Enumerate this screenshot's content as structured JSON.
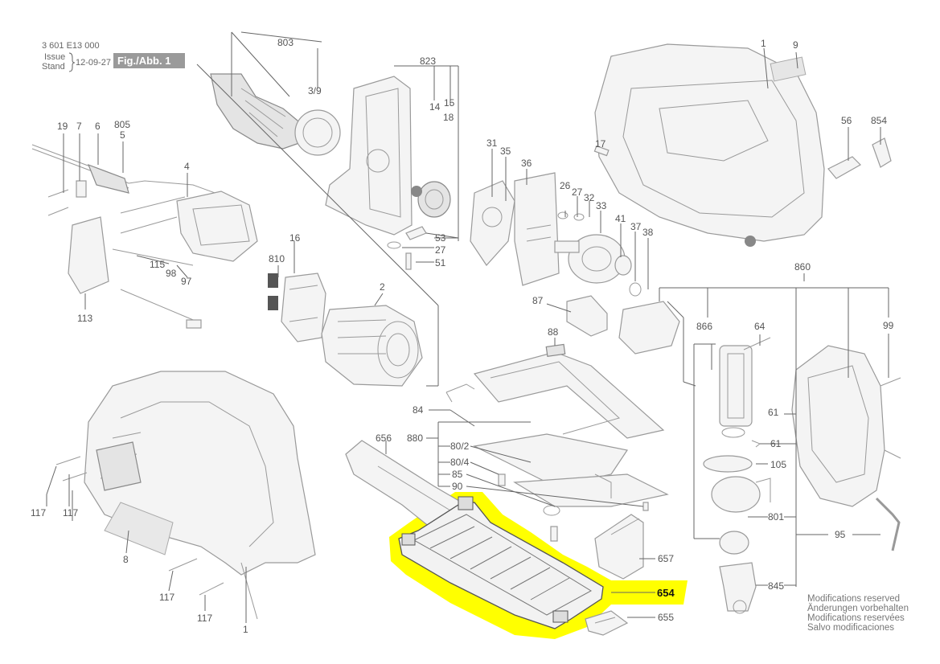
{
  "header": {
    "doc_number": "3 601 E13 000",
    "issue_label_en": "Issue",
    "issue_label_de": "Stand",
    "issue_date": "12-09-27",
    "figure_label": "Fig./Abb. 1"
  },
  "colors": {
    "highlight": "#ffff00",
    "figure_badge": "#9a9a9a",
    "lines": "#666666"
  },
  "parts": [
    {
      "id": "p-803",
      "text": "803"
    },
    {
      "id": "p-3-9",
      "text": "3/9"
    },
    {
      "id": "p-823",
      "text": "823"
    },
    {
      "id": "p-14",
      "text": "14"
    },
    {
      "id": "p-15",
      "text": "15"
    },
    {
      "id": "p-18",
      "text": "18"
    },
    {
      "id": "p-53",
      "text": "53"
    },
    {
      "id": "p-27a",
      "text": "27"
    },
    {
      "id": "p-51",
      "text": "51"
    },
    {
      "id": "p-1-top",
      "text": "1"
    },
    {
      "id": "p-9",
      "text": "9"
    },
    {
      "id": "p-17",
      "text": "17"
    },
    {
      "id": "p-56",
      "text": "56"
    },
    {
      "id": "p-854",
      "text": "854"
    },
    {
      "id": "p-19",
      "text": "19"
    },
    {
      "id": "p-7",
      "text": "7"
    },
    {
      "id": "p-6",
      "text": "6"
    },
    {
      "id": "p-805",
      "text": "805"
    },
    {
      "id": "p-5",
      "text": "5"
    },
    {
      "id": "p-4",
      "text": "4"
    },
    {
      "id": "p-115",
      "text": "115"
    },
    {
      "id": "p-98",
      "text": "98"
    },
    {
      "id": "p-97",
      "text": "97"
    },
    {
      "id": "p-113",
      "text": "113"
    },
    {
      "id": "p-16",
      "text": "16"
    },
    {
      "id": "p-810",
      "text": "810"
    },
    {
      "id": "p-2",
      "text": "2"
    },
    {
      "id": "p-31",
      "text": "31"
    },
    {
      "id": "p-35",
      "text": "35"
    },
    {
      "id": "p-36",
      "text": "36"
    },
    {
      "id": "p-26",
      "text": "26"
    },
    {
      "id": "p-27b",
      "text": "27"
    },
    {
      "id": "p-32",
      "text": "32"
    },
    {
      "id": "p-33",
      "text": "33"
    },
    {
      "id": "p-41",
      "text": "41"
    },
    {
      "id": "p-37",
      "text": "37"
    },
    {
      "id": "p-38",
      "text": "38"
    },
    {
      "id": "p-860",
      "text": "860"
    },
    {
      "id": "p-87",
      "text": "87"
    },
    {
      "id": "p-866",
      "text": "866"
    },
    {
      "id": "p-64",
      "text": "64"
    },
    {
      "id": "p-99",
      "text": "99"
    },
    {
      "id": "p-88",
      "text": "88"
    },
    {
      "id": "p-84",
      "text": "84"
    },
    {
      "id": "p-880",
      "text": "880"
    },
    {
      "id": "p-80-2",
      "text": "80/2"
    },
    {
      "id": "p-80-4",
      "text": "80/4"
    },
    {
      "id": "p-85",
      "text": "85"
    },
    {
      "id": "p-90",
      "text": "90"
    },
    {
      "id": "p-656",
      "text": "656"
    },
    {
      "id": "p-61a",
      "text": "61"
    },
    {
      "id": "p-61b",
      "text": "61"
    },
    {
      "id": "p-105",
      "text": "105"
    },
    {
      "id": "p-801",
      "text": "801"
    },
    {
      "id": "p-95",
      "text": "95"
    },
    {
      "id": "p-845",
      "text": "845"
    },
    {
      "id": "p-657",
      "text": "657"
    },
    {
      "id": "p-654",
      "text": "654"
    },
    {
      "id": "p-655",
      "text": "655"
    },
    {
      "id": "p-117a",
      "text": "117"
    },
    {
      "id": "p-117b",
      "text": "117"
    },
    {
      "id": "p-117c",
      "text": "117"
    },
    {
      "id": "p-117d",
      "text": "117"
    },
    {
      "id": "p-8",
      "text": "8"
    },
    {
      "id": "p-1-bottom",
      "text": "1"
    }
  ],
  "notes": {
    "line1": "Modifications reserved",
    "line2": "Änderungen vorbehalten",
    "line3": "Modifications reservées",
    "line4": "Salvo modificaciones"
  }
}
